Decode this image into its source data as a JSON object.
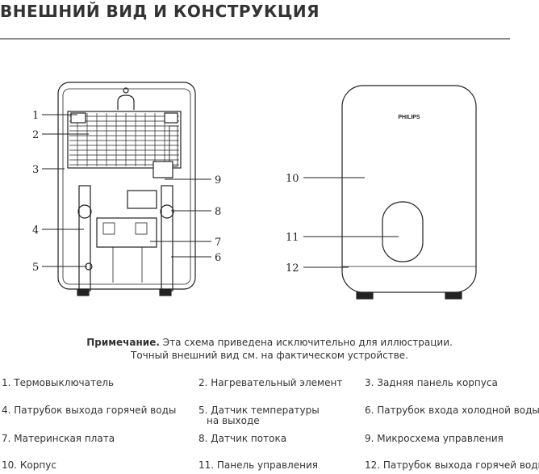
{
  "title": "ВНЕШНИЙ ВИД И КОНСТРУКЦИЯ",
  "brand": "PHILIPS",
  "callouts": {
    "c1": "1",
    "c2": "2",
    "c3": "3",
    "c4": "4",
    "c5": "5",
    "c6": "6",
    "c7": "7",
    "c8": "8",
    "c9": "9",
    "c10": "10",
    "c11": "11",
    "c12": "12"
  },
  "note": {
    "label": "Примечание.",
    "line1": "Эта схема приведена исключительно для иллюстрации.",
    "line2": "Точный внешний вид см. на фактическом устройстве."
  },
  "legend": [
    "1. Термовыключатель",
    "2. Нагревательный элемент",
    "3. Задняя панель корпуса",
    "4. Патрубок выхода горячей воды",
    "5. Датчик температуры",
    "на выходе",
    "6. Патрубок входа холодной воды",
    "7. Материнская плата",
    "8. Датчик потока",
    "9. Микросхема управления",
    "10. Корпус",
    "11. Панель управления",
    "12. Патрубок выхода горячей воды"
  ]
}
